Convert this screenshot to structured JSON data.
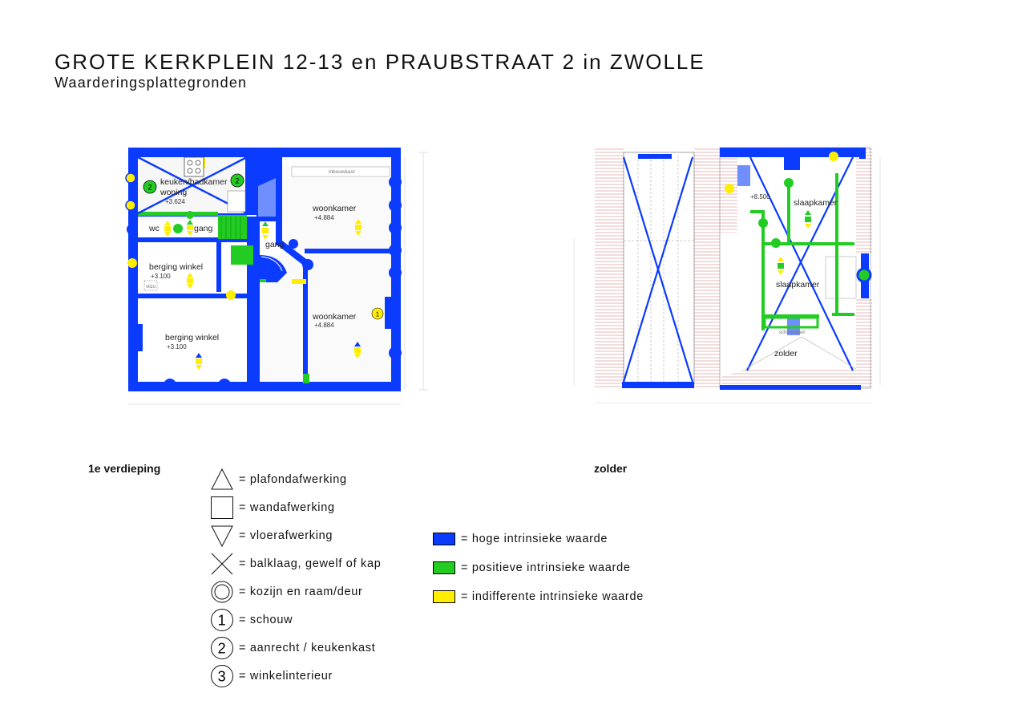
{
  "header": {
    "title": "GROTE KERKPLEIN 12-13 en PRAUBSTRAAT 2 in ZWOLLE",
    "subtitle": "Waarderingsplattegronden"
  },
  "colors": {
    "high": "#0a3bff",
    "positive": "#22cc22",
    "indifferent": "#ffee00",
    "wall": "#0a3bff",
    "roof_hatch": "#e9c4c4"
  },
  "floor1": {
    "caption": "1e verdieping",
    "rooms": {
      "keuken": "keuken/badkamer",
      "woning": "woning",
      "keuken_level": "+3.624",
      "wc": "wc",
      "gang1": "gang",
      "gang2": "gang",
      "woonkamer1": "woonkamer",
      "woonkamer1_level": "+4.884",
      "woonkamer2": "woonkamer",
      "woonkamer2_level": "+4.884",
      "berging1": "berging winkel",
      "berging1_level": "+3.100",
      "berging2": "berging winkel",
      "berging2_level": "+3.100",
      "inbouwkast": "inbouwkast",
      "vlizo": "vlizo"
    },
    "markers": {
      "aanrecht_a": "2",
      "aanrecht_b": "2",
      "schouw": "1"
    }
  },
  "zolder": {
    "caption": "zolder",
    "rooms": {
      "slaapkamer1": "slaapkamer",
      "slaapkamer2": "slaapkamer",
      "zolder": "zolder",
      "level": "+8.500",
      "schoorsteen": "schoorsteen"
    }
  },
  "legend_symbols": [
    {
      "icon": "triangle-up-icon",
      "label": "= plafondafwerking"
    },
    {
      "icon": "square-icon",
      "label": "= wandafwerking"
    },
    {
      "icon": "triangle-down-icon",
      "label": "= vloerafwerking"
    },
    {
      "icon": "cross-icon",
      "label": "= balklaag, gewelf of kap"
    },
    {
      "icon": "double-circle-icon",
      "label": "= kozijn en raam/deur"
    },
    {
      "icon": "circle-1-icon",
      "number": "1",
      "label": "= schouw"
    },
    {
      "icon": "circle-2-icon",
      "number": "2",
      "label": "= aanrecht / keukenkast"
    },
    {
      "icon": "circle-3-icon",
      "number": "3",
      "label": "= winkelinterieur"
    }
  ],
  "legend_colors": [
    {
      "label": "= hoge intrinsieke waarde",
      "color": "#0a3bff"
    },
    {
      "label": "= positieve intrinsieke waarde",
      "color": "#22cc22"
    },
    {
      "label": "= indifferente intrinsieke waarde",
      "color": "#ffee00"
    }
  ]
}
